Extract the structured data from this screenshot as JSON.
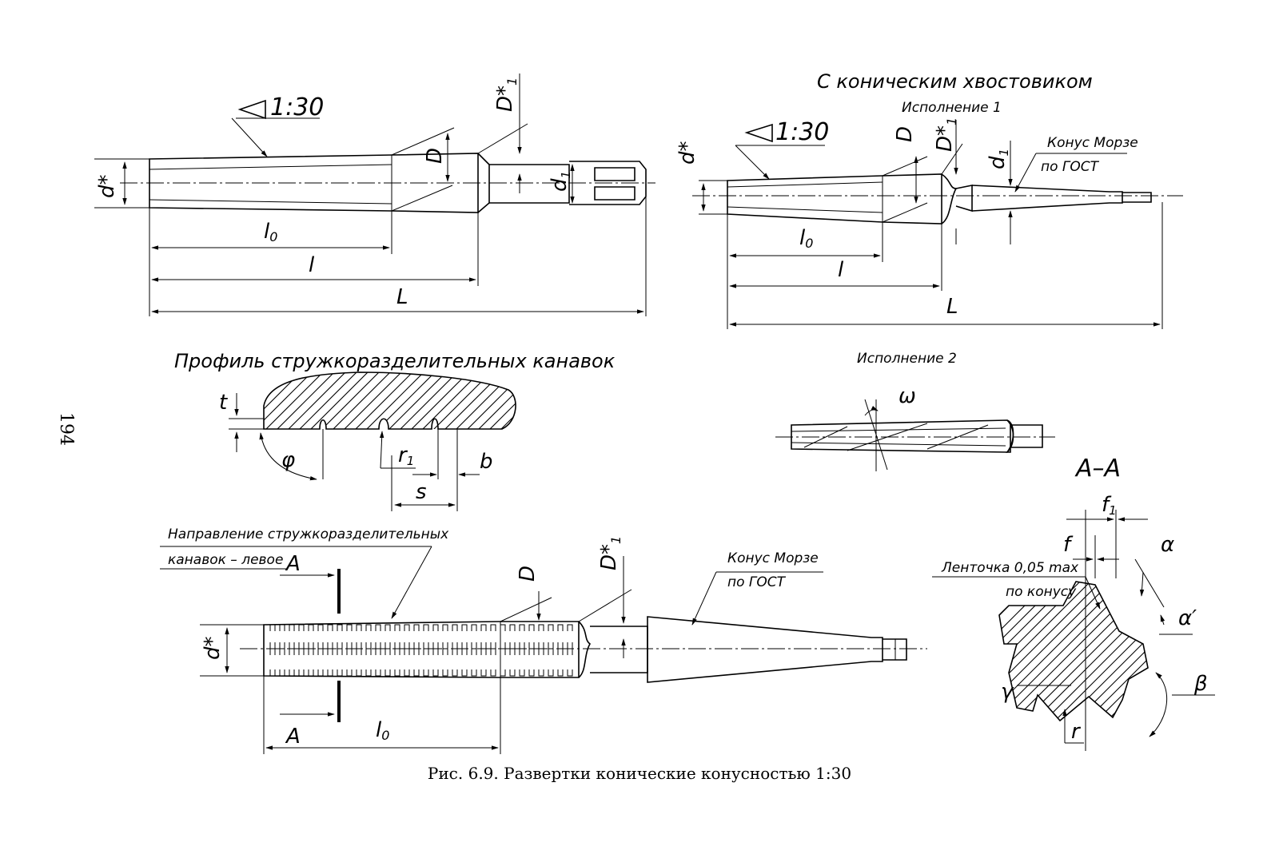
{
  "page_number": "194",
  "caption": "Рис. 6.9. Развертки конические конусностью 1:30",
  "view1": {
    "taper": "1:30",
    "labels": {
      "d": "d*",
      "D": "D",
      "D1": "D*",
      "D1_sub": "1",
      "d1": "d",
      "d1_sub": "1",
      "l0": "l",
      "l0_sub": "0",
      "l": "l",
      "L": "L"
    }
  },
  "view2": {
    "title": "С коническим хвостовиком",
    "variant": "Исполнение 1",
    "taper": "1:30",
    "morse_line1": "Конус Морзе",
    "morse_line2": "по ГОСТ",
    "labels": {
      "d": "d*",
      "D": "D",
      "D1": "D*",
      "D1_sub": "1",
      "d1": "d",
      "d1_sub": "1",
      "l0": "l",
      "l0_sub": "0",
      "l": "l",
      "L": "L"
    }
  },
  "view3": {
    "variant": "Исполнение 2",
    "omega": "ω"
  },
  "profile": {
    "title": "Профиль стружкоразделительных канавок",
    "labels": {
      "t": "t",
      "phi": "φ",
      "r1": "r",
      "r1_sub": "1",
      "b": "b",
      "s": "s"
    }
  },
  "view4": {
    "direction_line1": "Направление стружкоразделительных",
    "direction_line2": "канавок – левое",
    "section_mark": "A",
    "morse_line1": "Конус Морзе",
    "morse_line2": "по ГОСТ",
    "labels": {
      "d": "d*",
      "D": "D",
      "D1": "D*",
      "D1_sub": "1",
      "l0": "l",
      "l0_sub": "0"
    }
  },
  "section": {
    "title": "A–A",
    "land_line1": "Ленточка 0,05 max",
    "land_line2": "по конусу",
    "labels": {
      "f": "f",
      "f1": "f",
      "f1_sub": "1",
      "alpha": "α",
      "alpha_p": "α′",
      "gamma": "γ",
      "beta": "β",
      "r": "r"
    }
  }
}
